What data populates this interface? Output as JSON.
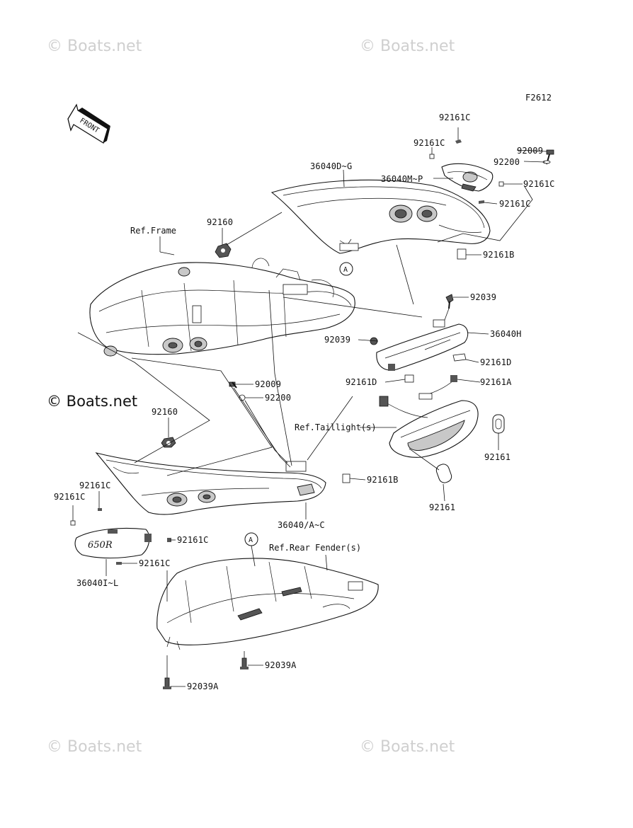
{
  "figure_code": "F2612",
  "front_arrow_text": "FRONT",
  "watermarks": {
    "top_left": "© Boats.net",
    "top_right": "© Boats.net",
    "mid_left": "© Boats.net",
    "bottom_left": "© Boats.net",
    "bottom_right": "© Boats.net"
  },
  "callouts": {
    "a_upper": "A",
    "a_lower": "A"
  },
  "labels": {
    "p92161c_top": "92161C",
    "p92161c_2": "92161C",
    "p92009_top": "92009",
    "p92200_top": "92200",
    "p36040dg": "36040D~G",
    "p36040mp": "36040M~P",
    "p92161c_right1": "92161C",
    "p92161c_right2": "92161C",
    "ref_frame": "Ref.Frame",
    "p92160_top": "92160",
    "p92161b_top": "92161B",
    "p92039_mid": "92039",
    "p36040h": "36040H",
    "p92039_left": "92039",
    "p92161d_right": "92161D",
    "p92161d_left": "92161D",
    "p92161a": "92161A",
    "p92009_mid": "92009",
    "p92200_mid": "92200",
    "p92160_low": "92160",
    "ref_taillight": "Ref.Taillight(s)",
    "p92161_right": "92161",
    "p92161_bottom": "92161",
    "p92161b_low": "92161B",
    "p92161c_l1": "92161C",
    "p92161c_l2": "92161C",
    "p36040ac": "36040/A~C",
    "p92161c_l3": "92161C",
    "p92161c_l4": "92161C",
    "ref_rear_fender": "Ref.Rear Fender(s)",
    "p36040il": "36040I~L",
    "p92039a_right": "92039A",
    "p92039a_left": "92039A"
  },
  "cover_badge_text": "650R"
}
